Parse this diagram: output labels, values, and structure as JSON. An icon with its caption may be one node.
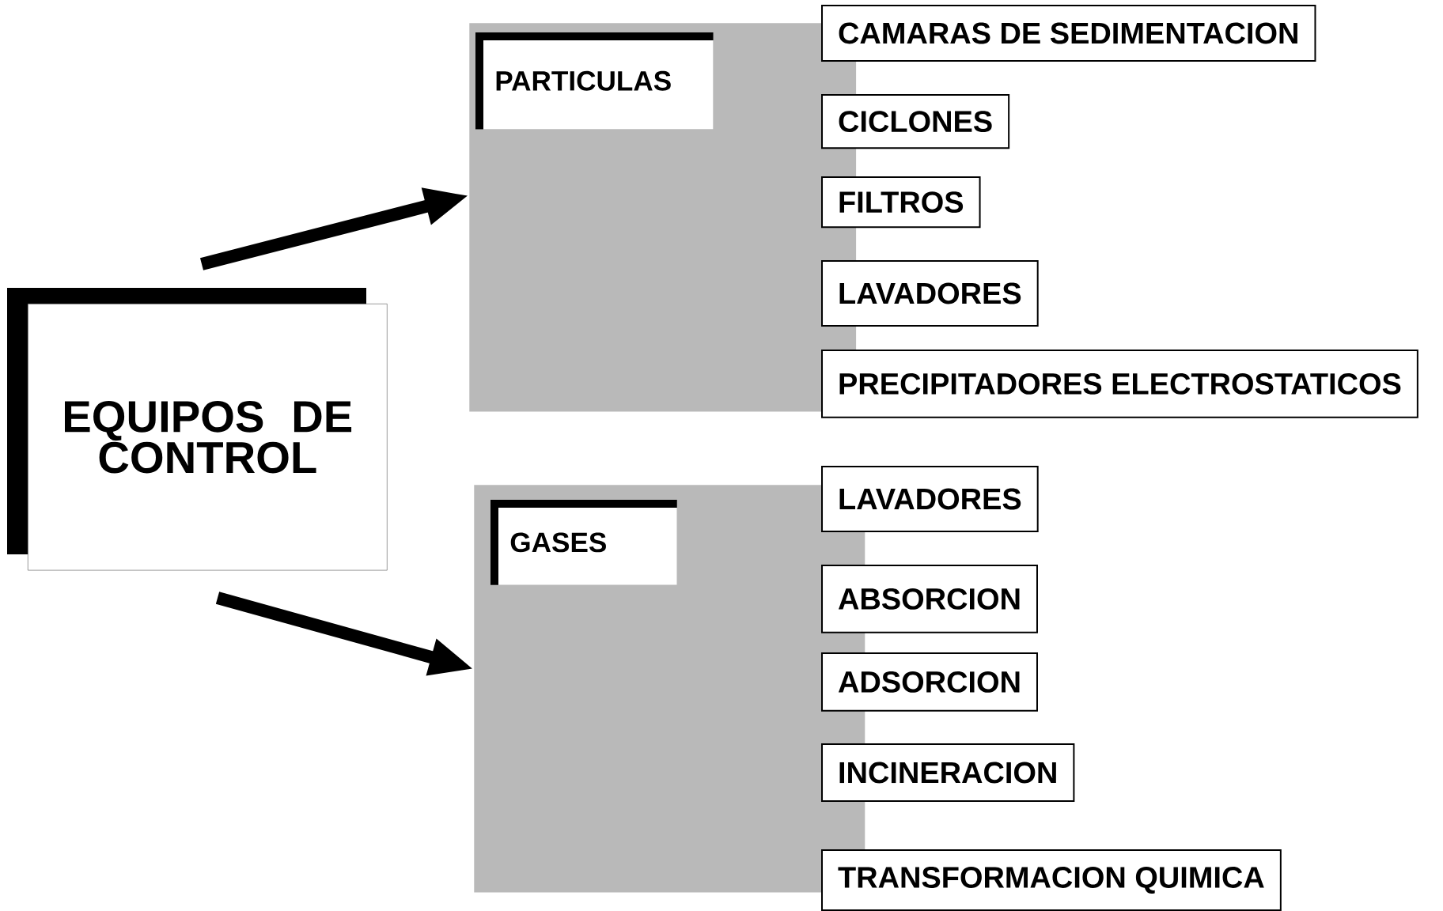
{
  "diagram": {
    "nodes": [
      {
        "text": [
          "EQUIPOS DE CONTROL"
        ]
      },
      {
        "text": [],
        "shape": "box"
      },
      {
        "text": [
          "PARTICULAS"
        ],
        "in": 1
      },
      {
        "text": [
          "CAMARAS DE SEDIMENTACION"
        ]
      },
      {
        "text": [
          "CICLONES"
        ]
      },
      {
        "text": [
          "FILTROS"
        ]
      },
      {
        "text": [
          "LAVADORES"
        ]
      },
      {
        "text": [
          "PRECIPITADORES ELECTROSTATICOS"
        ]
      },
      {
        "text": [],
        "shape": "box"
      },
      {
        "text": [
          "GASES"
        ],
        "in": 8
      },
      {
        "text": [
          "LAVADORES"
        ]
      },
      {
        "text": [
          "ABSORCION"
        ]
      },
      {
        "text": [
          "ADSORCION"
        ]
      },
      {
        "text": [
          "INCINERACION"
        ]
      },
      {
        "text": [
          "TRANSFORMACION QUIMICA"
        ]
      }
    ],
    "edges": [
      {
        "from": 0,
        "to": 1,
        "arrow": "to"
      },
      {
        "from": 0,
        "to": 8,
        "arrow": "to"
      }
    ]
  }
}
